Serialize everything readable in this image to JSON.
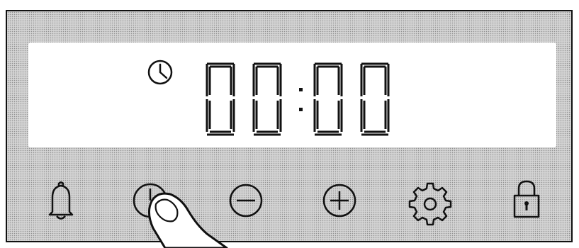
{
  "display": {
    "time": "00:00",
    "icon": "clock-icon"
  },
  "controls": [
    {
      "icon": "bell-icon",
      "function": "alarm"
    },
    {
      "icon": "clock-icon",
      "function": "clock"
    },
    {
      "icon": "minus-icon",
      "function": "decrease"
    },
    {
      "icon": "plus-icon",
      "function": "increase"
    },
    {
      "icon": "gear-icon",
      "function": "settings"
    },
    {
      "icon": "lock-icon",
      "function": "child lock"
    }
  ],
  "pointer": {
    "icon": "finger-pointer-icon",
    "target": "clock"
  }
}
